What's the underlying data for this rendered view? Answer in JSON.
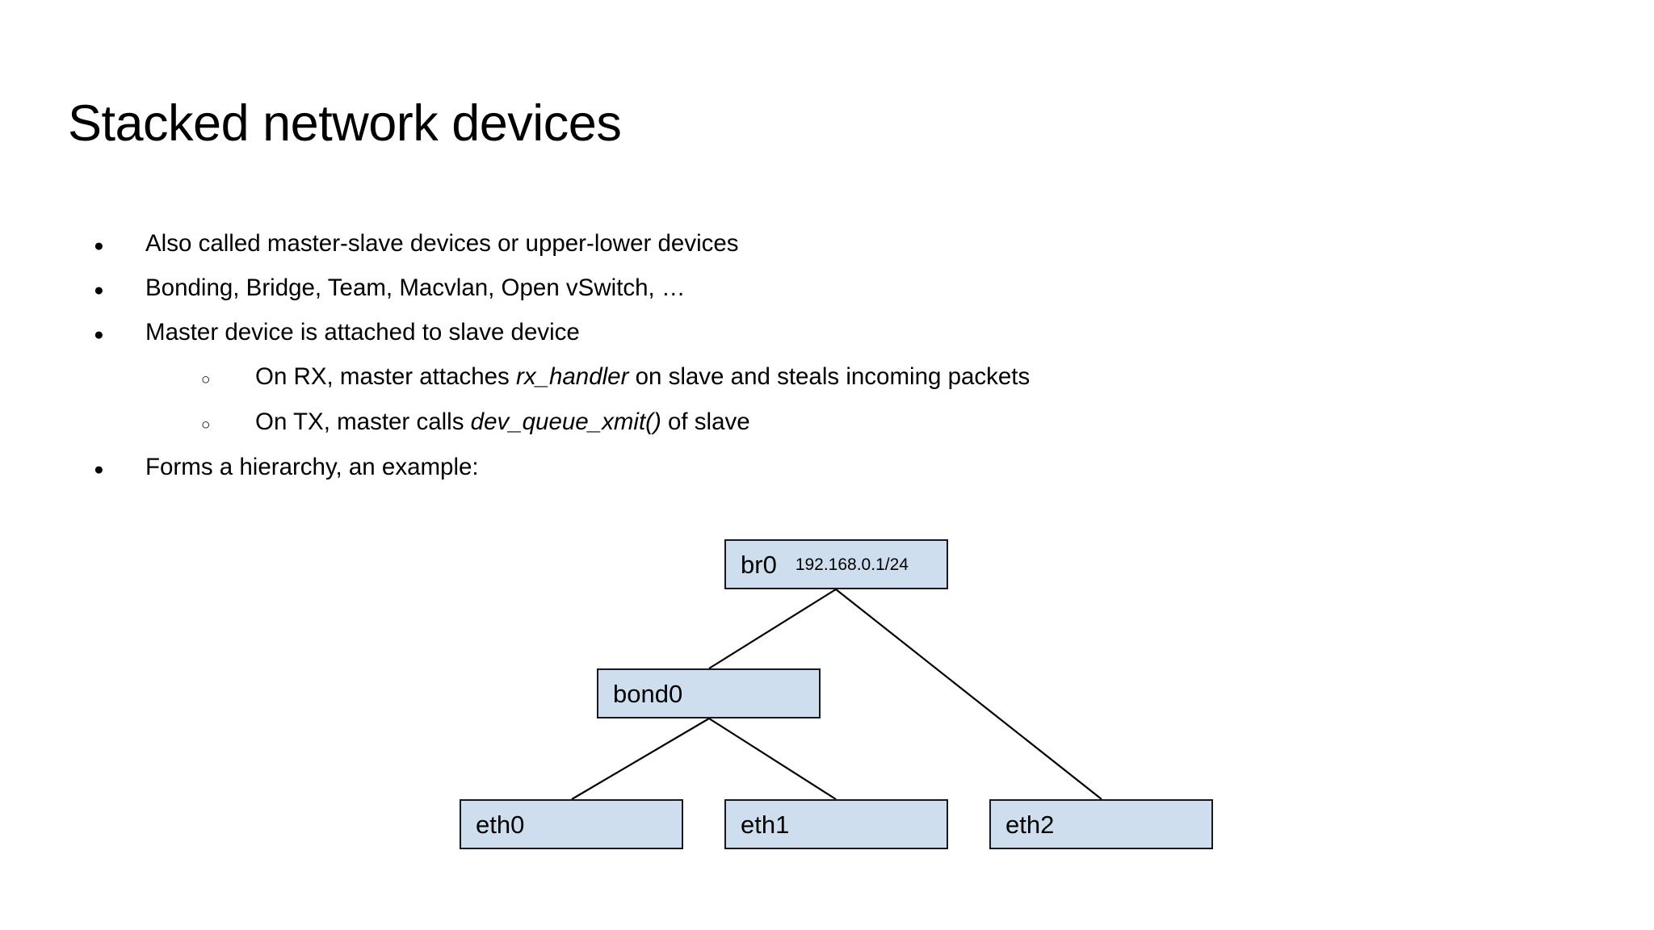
{
  "slide": {
    "title": "Stacked network devices",
    "background_color": "#ffffff",
    "text_color": "#000000"
  },
  "bullets": [
    {
      "level": 1,
      "marker": "●",
      "segments": [
        {
          "text": "Also called master-slave devices or upper-lower devices",
          "italic": false
        }
      ]
    },
    {
      "level": 1,
      "marker": "●",
      "segments": [
        {
          "text": "Bonding, Bridge, Team, Macvlan, Open vSwitch, …",
          "italic": false
        }
      ]
    },
    {
      "level": 1,
      "marker": "●",
      "segments": [
        {
          "text": "Master device is attached to slave device",
          "italic": false
        }
      ]
    },
    {
      "level": 2,
      "marker": "○",
      "segments": [
        {
          "text": "On RX, master attaches ",
          "italic": false
        },
        {
          "text": "rx_handler",
          "italic": true
        },
        {
          "text": " on slave and steals incoming packets",
          "italic": false
        }
      ]
    },
    {
      "level": 2,
      "marker": "○",
      "segments": [
        {
          "text": "On TX, master calls ",
          "italic": false
        },
        {
          "text": "dev_queue_xmit()",
          "italic": true
        },
        {
          "text": " of slave",
          "italic": false
        }
      ]
    },
    {
      "level": 1,
      "marker": "●",
      "segments": [
        {
          "text": "Forms a hierarchy, an example:",
          "italic": false
        }
      ]
    }
  ],
  "diagram": {
    "type": "hierarchy-tree",
    "node_fill": "#cfdeef",
    "node_border": "#17191c",
    "edge_color": "#000000",
    "nodes": [
      {
        "id": "br0",
        "name": "br0",
        "detail": "192.168.0.1/24"
      },
      {
        "id": "bond0",
        "name": "bond0",
        "detail": ""
      },
      {
        "id": "eth0",
        "name": "eth0",
        "detail": ""
      },
      {
        "id": "eth1",
        "name": "eth1",
        "detail": ""
      },
      {
        "id": "eth2",
        "name": "eth2",
        "detail": ""
      }
    ],
    "edges": [
      {
        "from": "br0",
        "to": "bond0"
      },
      {
        "from": "br0",
        "to": "eth2"
      },
      {
        "from": "bond0",
        "to": "eth0"
      },
      {
        "from": "bond0",
        "to": "eth1"
      }
    ]
  }
}
